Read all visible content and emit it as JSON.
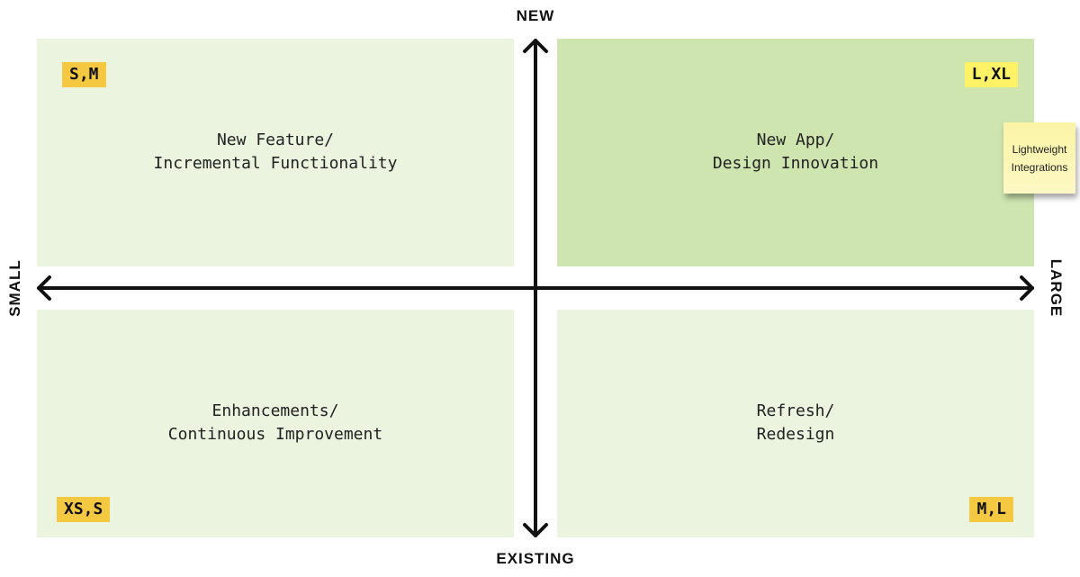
{
  "axes": {
    "top": "NEW",
    "bottom": "EXISTING",
    "left": "SMALL",
    "right": "LARGE"
  },
  "quadrants": [
    {
      "title": "New Feature/\nIncremental Functionality",
      "badge": "S,M",
      "badge_color": "#f5c842",
      "fill": "#eaf4df"
    },
    {
      "title": "New App/\nDesign Innovation",
      "badge": "L,XL",
      "badge_color": "#fff266",
      "fill": "#cfe5b0"
    },
    {
      "title": "Enhancements/\nContinuous Improvement",
      "badge": "XS,S",
      "badge_color": "#f5c842",
      "fill": "#eaf4df"
    },
    {
      "title": "Refresh/\nRedesign",
      "badge": "M,L",
      "badge_color": "#f5c842",
      "fill": "#eaf4df"
    }
  ],
  "sticky_note": {
    "text": "Lightweight\nIntegrations",
    "color": "#fbf4a6"
  }
}
